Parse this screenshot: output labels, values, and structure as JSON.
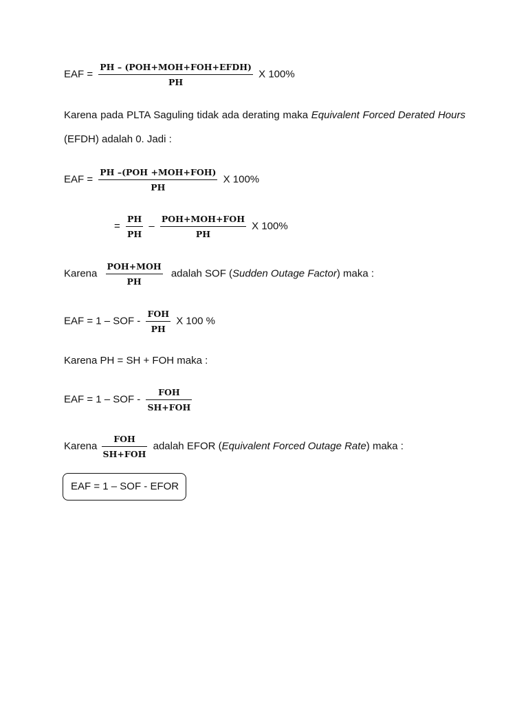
{
  "eq1": {
    "lhs": "EAF =",
    "num": "PH – (POH+MOH+FOH+EFDH)",
    "den": "PH",
    "rhs": "X 100%"
  },
  "para1": {
    "part1": "Karena pada PLTA Saguling tidak ada derating maka ",
    "italic1": "Equivalent Forced Derated Hours",
    "part2": " (EFDH) adalah 0. Jadi :"
  },
  "eq2": {
    "lhs": "EAF =",
    "num": "PH –(POH +MOH+FOH)",
    "den": "PH",
    "rhs": "X 100%"
  },
  "eq3": {
    "lhs": "=",
    "num1": "PH",
    "den1": "PH",
    "minus": "–",
    "num2": "POH+MOH+FOH",
    "den2": "PH",
    "rhs": "X 100%"
  },
  "line4": {
    "lhs": "Karena",
    "num": "POH+MOH",
    "den": "PH",
    "mid": "adalah SOF (",
    "italic": "Sudden Outage Factor",
    "rhs": ") maka :"
  },
  "eq5": {
    "lhs": "EAF = 1 – SOF -",
    "num": "FOH",
    "den": "PH",
    "rhs": "X 100 %"
  },
  "line6": {
    "text": "Karena PH = SH + FOH maka :"
  },
  "eq7": {
    "lhs": "EAF = 1 – SOF -",
    "num": "FOH",
    "den": "SH+FOH"
  },
  "line8": {
    "lhs": "Karena",
    "num": "FOH",
    "den": "SH+FOH",
    "mid": "adalah EFOR (",
    "italic": "Equivalent Forced Outage Rate",
    "rhs": ") maka :"
  },
  "result": {
    "text": "EAF = 1 – SOF - EFOR"
  }
}
